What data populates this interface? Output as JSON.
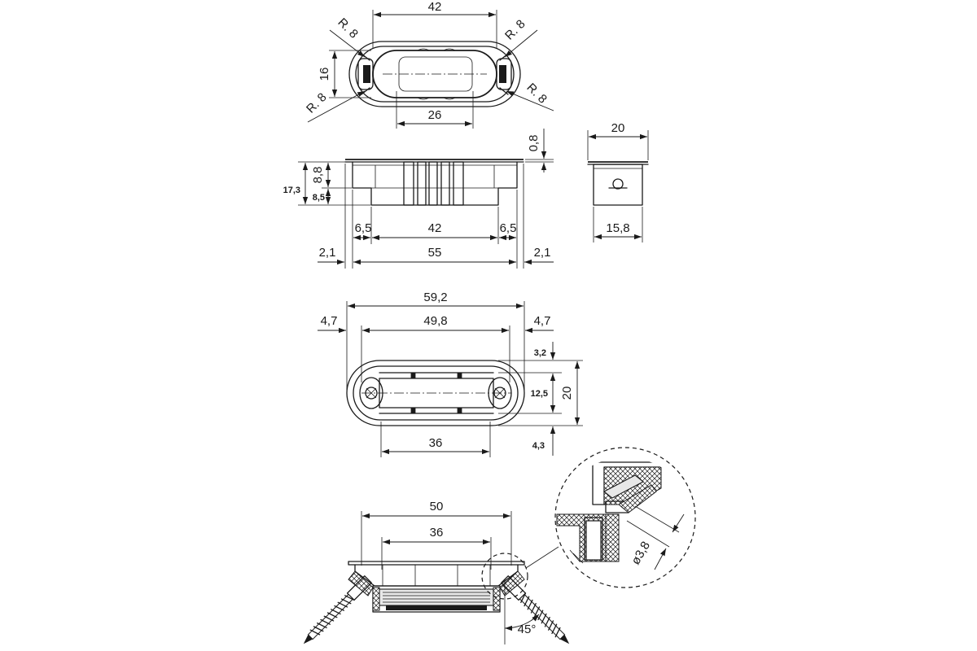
{
  "top_view": {
    "width": "42",
    "height": "16",
    "inner_width": "26",
    "radius_top_left": "R. 8",
    "radius_top_right": "R. 8",
    "radius_bottom_left": "R. 8",
    "radius_bottom_right": "R. 8"
  },
  "side_view": {
    "flange_thickness": "0,8",
    "total_height": "17,3",
    "upper_height": "8,8",
    "lower_height": "8,5",
    "left_offset": "6,5",
    "right_offset": "6,5",
    "slot_width": "42",
    "body_width": "55",
    "left_flange": "2,1",
    "right_flange": "2,1"
  },
  "end_view": {
    "flange_width": "20",
    "body_width": "15,8"
  },
  "plate_view": {
    "overall_width": "59,2",
    "inner_width": "49,8",
    "left_margin": "4,7",
    "right_margin": "4,7",
    "top_offset": "3,2",
    "slot_height": "12,5",
    "overall_height": "20",
    "bottom_offset": "4,3",
    "hole_spacing": "36"
  },
  "section_view": {
    "outer_width": "50",
    "inner_width": "36",
    "screw_angle": "45°",
    "hole_diameter": "ø3,8"
  }
}
